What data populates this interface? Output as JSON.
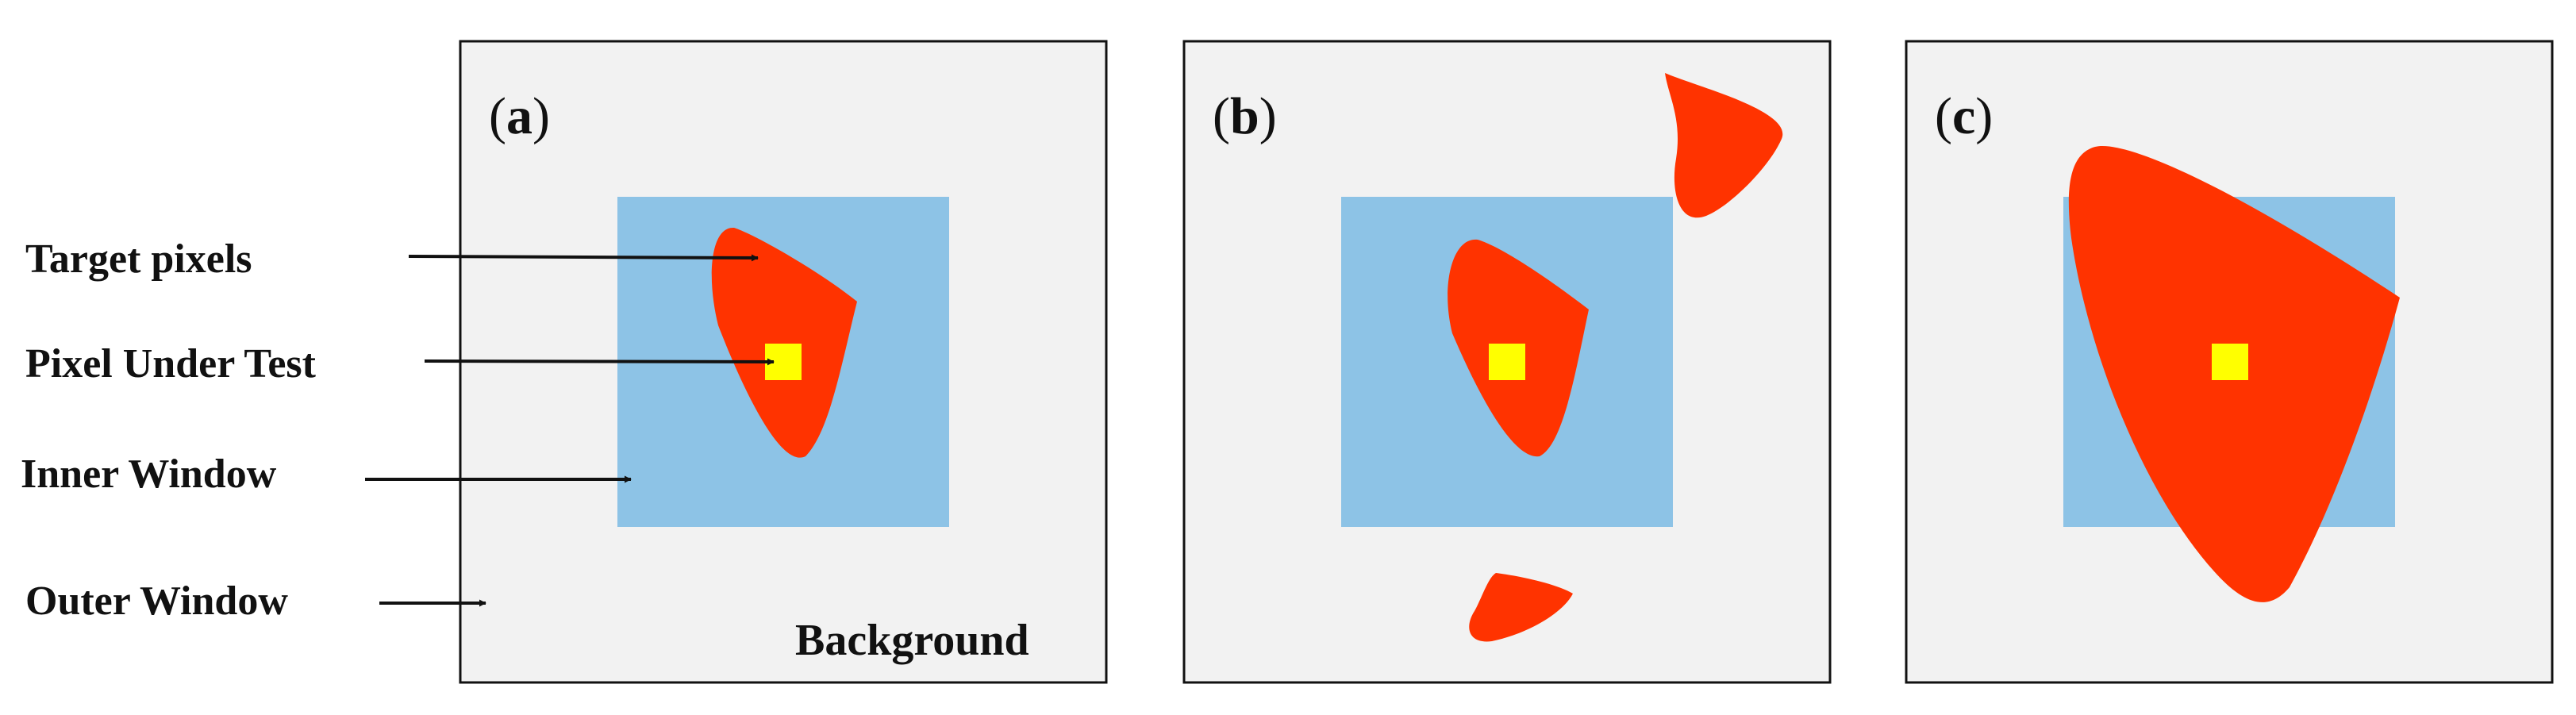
{
  "panels": [
    {
      "tag_open": "(",
      "tag_letter": "a",
      "tag_close": ")",
      "background_label": "Background"
    },
    {
      "tag_open": "(",
      "tag_letter": "b",
      "tag_close": ")"
    },
    {
      "tag_open": "(",
      "tag_letter": "c",
      "tag_close": ")"
    }
  ],
  "labels": {
    "target_pixels": "Target pixels",
    "pixel_under_test": "Pixel Under Test",
    "inner_window": "Inner Window",
    "outer_window": "Outer Window"
  },
  "colors": {
    "outer_window_fill": "#f2f2f2",
    "inner_window_fill": "#8dc3e6",
    "target_fill": "#ff3300",
    "pixel_under_test_fill": "#ffff00",
    "border": "#111111"
  }
}
